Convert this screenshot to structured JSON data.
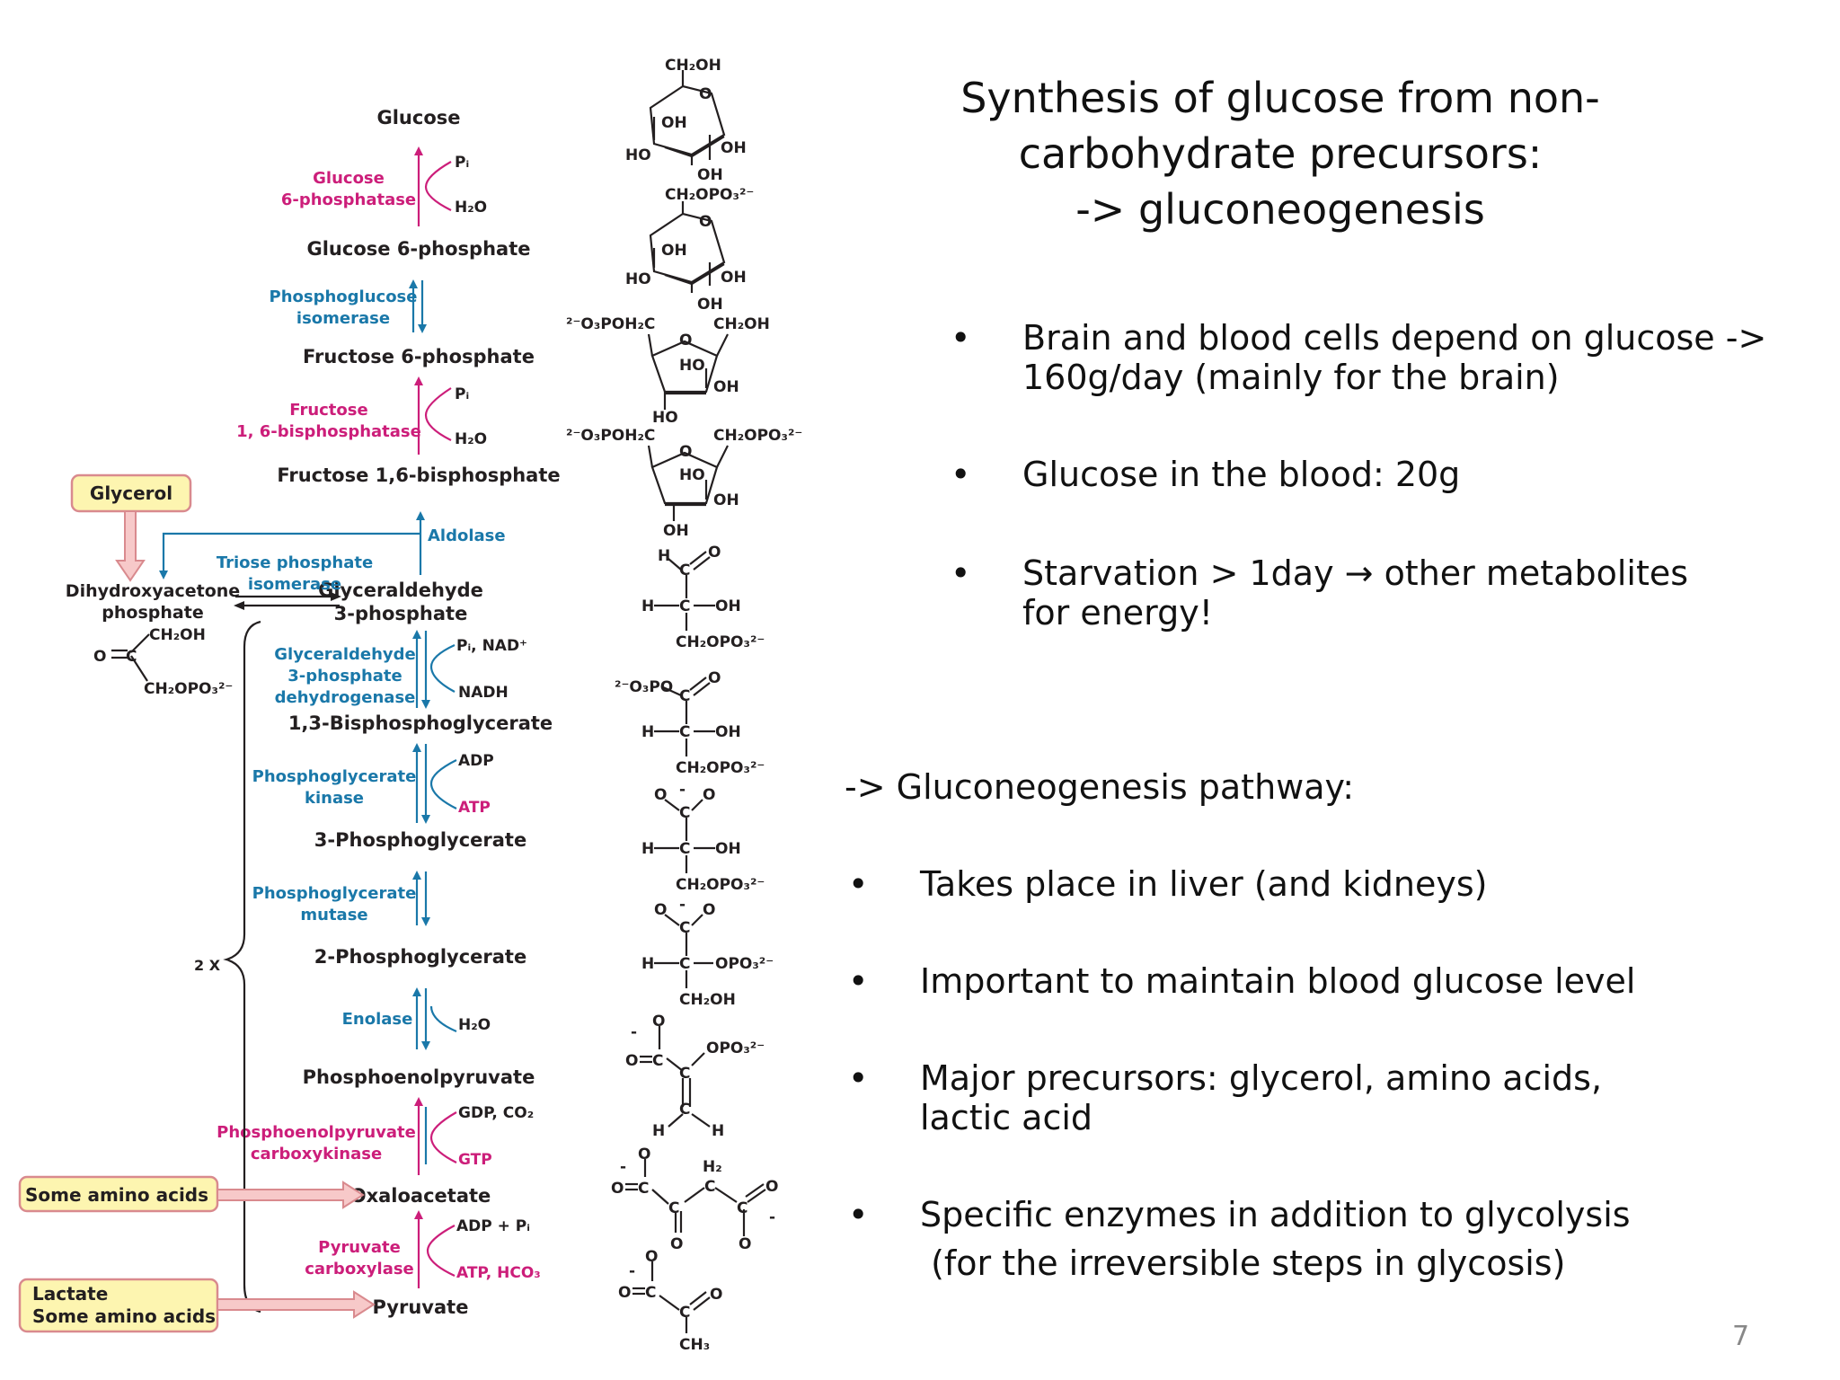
{
  "slide": {
    "title_lines": [
      "Synthesis of glucose from non-",
      "carbohydrate precursors:",
      "-> gluconeogenesis"
    ],
    "bullets_top": [
      {
        "marker": "•",
        "lines": [
          "Brain and blood cells depend on glucose ->",
          "160g/day (mainly for the brain)"
        ]
      },
      {
        "marker": "•",
        "lines": [
          "Glucose in the blood: 20g"
        ]
      },
      {
        "marker": "•",
        "lines": [
          "Starvation > 1day → other metabolites",
          "for energy!"
        ]
      }
    ],
    "pathway_heading": "-> Gluconeogenesis pathway:",
    "bullets_bottom": [
      {
        "marker": "•",
        "lines": [
          "Takes place in liver (and kidneys)"
        ]
      },
      {
        "marker": "•",
        "lines": [
          "Important to maintain blood glucose level"
        ]
      },
      {
        "marker": "•",
        "lines": [
          "Major precursors: glycerol, amino acids,",
          "lactic acid"
        ]
      },
      {
        "marker": "•",
        "lines": [
          "Specific enzymes in addition to glycolysis",
          " (for the irreversible steps in glycosis)"
        ]
      }
    ],
    "page_number": "7"
  },
  "diagram": {
    "metabolites": {
      "glucose": "Glucose",
      "g6p": "Glucose 6-phosphate",
      "f6p": "Fructose 6-phosphate",
      "f16bp": "Fructose 1,6-bisphosphate",
      "dhap1": "Dihydroxyacetone",
      "dhap2": "phosphate",
      "gap1": "Glyceraldehyde",
      "gap2": "3-phosphate",
      "bpg13": "1,3-Bisphosphoglycerate",
      "pg3": "3-Phosphoglycerate",
      "pg2": "2-Phosphoglycerate",
      "pep": "Phosphoenolpyruvate",
      "oaa": "Oxaloacetate",
      "pyr": "Pyruvate"
    },
    "enzymes": {
      "g6pase1": "Glucose",
      "g6pase2": "6-phosphatase",
      "pgi1": "Phosphoglucose",
      "pgi2": "isomerase",
      "fbpase1": "Fructose",
      "fbpase2": "1, 6-bisphosphatase",
      "aldolase": "Aldolase",
      "tpi1": "Triose phosphate",
      "tpi2": "isomerase",
      "gapdh1": "Glyceraldehyde",
      "gapdh2": "3-phosphate",
      "gapdh3": "dehydrogenase",
      "pgk1": "Phosphoglycerate",
      "pgk2": "kinase",
      "pgm1": "Phosphoglycerate",
      "pgm2": "mutase",
      "enolase": "Enolase",
      "pepck1": "Phosphoenolpyruvate",
      "pepck2": "carboxykinase",
      "pc1": "Pyruvate",
      "pc2": "carboxylase"
    },
    "cofactors": {
      "pi": "Pᵢ",
      "h2o": "H₂O",
      "pi_nad": "Pᵢ, NAD⁺",
      "nadh": "NADH",
      "adp": "ADP",
      "atp": "ATP",
      "gdp_co2": "GDP, CO₂",
      "gtp": "GTP",
      "adp_pi": "ADP + Pᵢ",
      "atp_hco3": "ATP, HCO₃",
      "ch2oh": "CH₂OH",
      "ch2opo3": "CH₂OPO₃²⁻",
      "two_x": "2 X"
    },
    "inputs": {
      "glycerol": "Glycerol",
      "amino": "Some amino acids",
      "lactate1": "Lactate",
      "lactate2": "Some amino acids"
    },
    "structure_labels": {
      "ch2oh": "CH₂OH",
      "ch2opo3": "CH₂OPO₃²⁻",
      "o3poh2c": "²⁻O₃POH₂C",
      "o3po": "²⁻O₃PO",
      "oh": "OH",
      "ho": "HO",
      "o": "O",
      "h": "H",
      "c": "C",
      "h2": "H₂",
      "opo3": "OPO₃²⁻",
      "ch3": "CH₃",
      "minus": "-"
    }
  },
  "colors": {
    "magenta": "#cc1e7a",
    "blue": "#1a78a9",
    "box_fill": "#fdf5b0",
    "box_stroke": "#d98a8e",
    "arrow_fill": "#f7c9c9"
  }
}
